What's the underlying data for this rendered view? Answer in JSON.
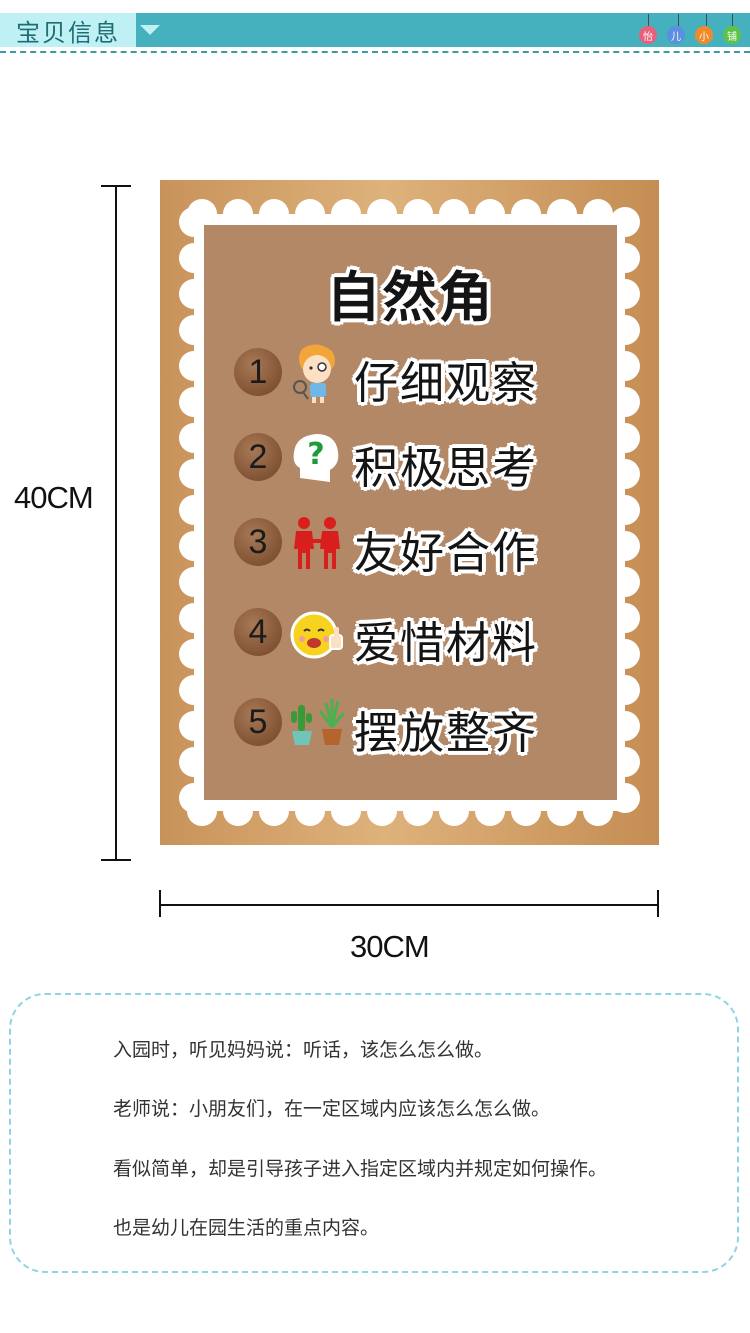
{
  "header": {
    "title": "宝贝信息",
    "dropdown_icon": "triangle-down-icon",
    "shop_badges": [
      {
        "char": "怡",
        "color": "#e8607c"
      },
      {
        "char": "儿",
        "color": "#5b8fe0"
      },
      {
        "char": "小",
        "color": "#f08a2a"
      },
      {
        "char": "铺",
        "color": "#5cc24a"
      }
    ],
    "accent_color": "#45b1bf"
  },
  "dimensions": {
    "height_label": "40CM",
    "width_label": "30CM"
  },
  "poster": {
    "title": "自然角",
    "rules": [
      {
        "num": "1",
        "label": "仔细观察",
        "icon": "girl-with-magnifier-icon"
      },
      {
        "num": "2",
        "label": "积极思考",
        "icon": "head-question-mark-icon"
      },
      {
        "num": "3",
        "label": "友好合作",
        "icon": "two-people-holding-hands-icon"
      },
      {
        "num": "4",
        "label": "爱惜材料",
        "icon": "smiley-thumbs-up-icon"
      },
      {
        "num": "5",
        "label": "摆放整齐",
        "icon": "potted-plants-icon"
      }
    ]
  },
  "description": [
    "入园时，听见妈妈说：听话，该怎么怎么做。",
    "老师说：小朋友们，在一定区域内应该怎么怎么做。",
    "看似简单，却是引导孩子进入指定区域内并规定如何操作。",
    "也是幼儿在园生活的重点内容。"
  ]
}
